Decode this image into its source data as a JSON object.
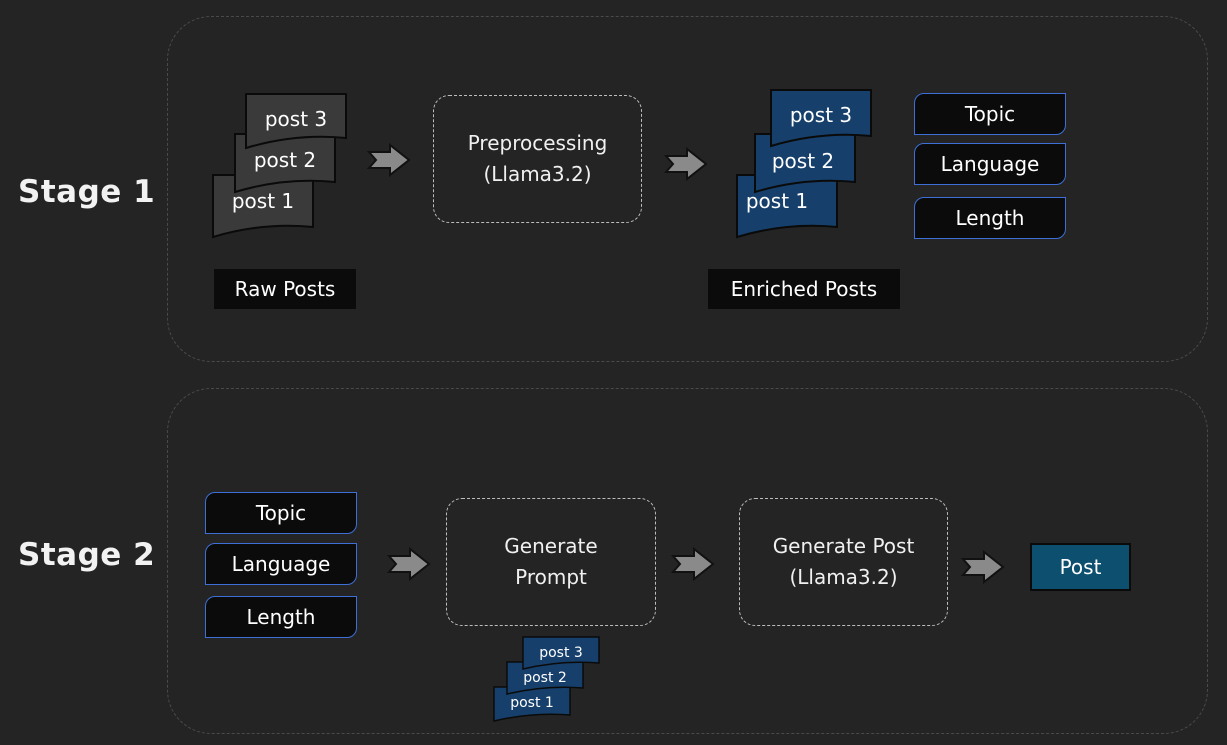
{
  "stage1": {
    "label": "Stage 1",
    "raw_posts": [
      "post 1",
      "post 2",
      "post 3"
    ],
    "raw_posts_label": "Raw Posts",
    "preprocess": [
      "Preprocessing",
      "(Llama3.2)"
    ],
    "enriched_posts": [
      "post 1",
      "post 2",
      "post 3"
    ],
    "enriched_posts_label": "Enriched Posts",
    "attributes": [
      "Topic",
      "Language",
      "Length"
    ]
  },
  "stage2": {
    "label": "Stage 2",
    "attributes": [
      "Topic",
      "Language",
      "Length"
    ],
    "generate_prompt": [
      "Generate",
      "Prompt"
    ],
    "prompt_posts": [
      "post 1",
      "post 2",
      "post 3"
    ],
    "generate_post": [
      "Generate Post",
      "(Llama3.2)"
    ],
    "output": "Post"
  },
  "colors": {
    "raw_doc": "#3a3a3a",
    "enriched_doc": "#16406b",
    "attr_border": "#3d6fd6",
    "output_fill": "#0d4f6e"
  }
}
